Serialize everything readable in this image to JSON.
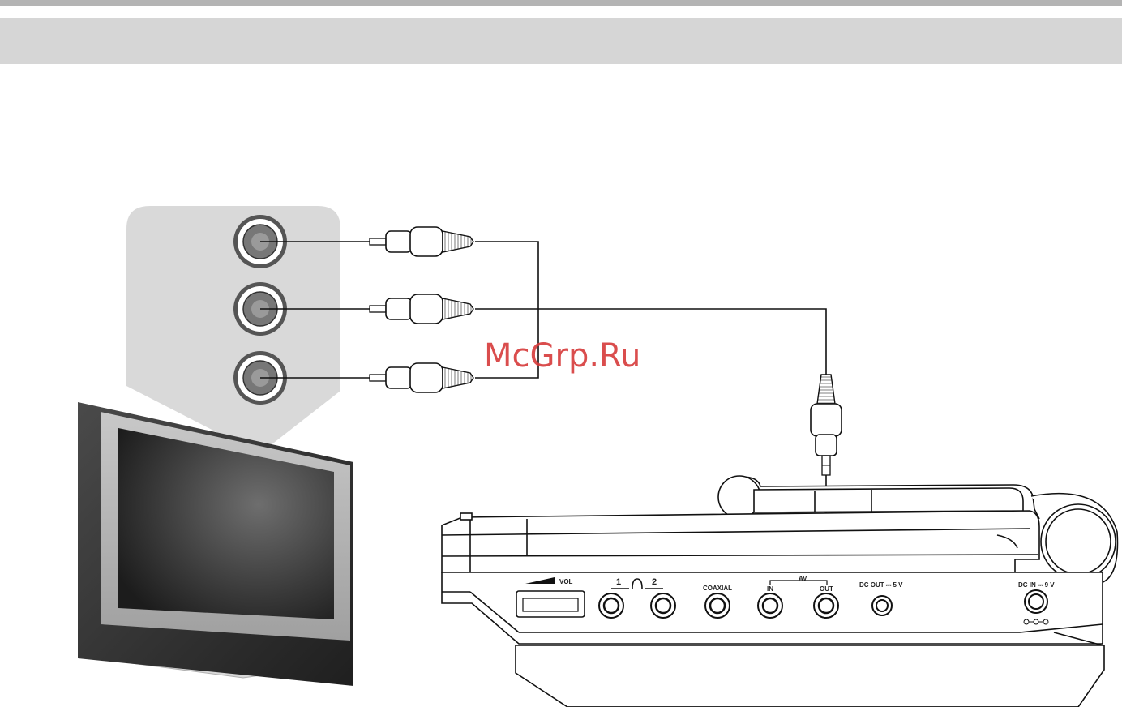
{
  "watermark": "McGrp.Ru",
  "panel": {
    "vol_label": "VOL",
    "headphone_1": "1",
    "headphone_2": "2",
    "coaxial_label": "COAXIAL",
    "av_label": "AV",
    "av_in_label": "IN",
    "av_out_label": "OUT",
    "dc_out_label": "DC OUT ⎓ 5 V",
    "dc_in_label": "DC IN ⎓ 9 V"
  },
  "colors": {
    "header_band": "#d6d6d6",
    "top_rule": "#b4b4b4",
    "callout": "#d9d9d9",
    "watermark": "#d63a3a",
    "line": "#111111"
  },
  "icons": {
    "headphone": "headphone-icon",
    "volume": "volume-wedge-icon",
    "polarity": "dc-polarity-icon"
  }
}
